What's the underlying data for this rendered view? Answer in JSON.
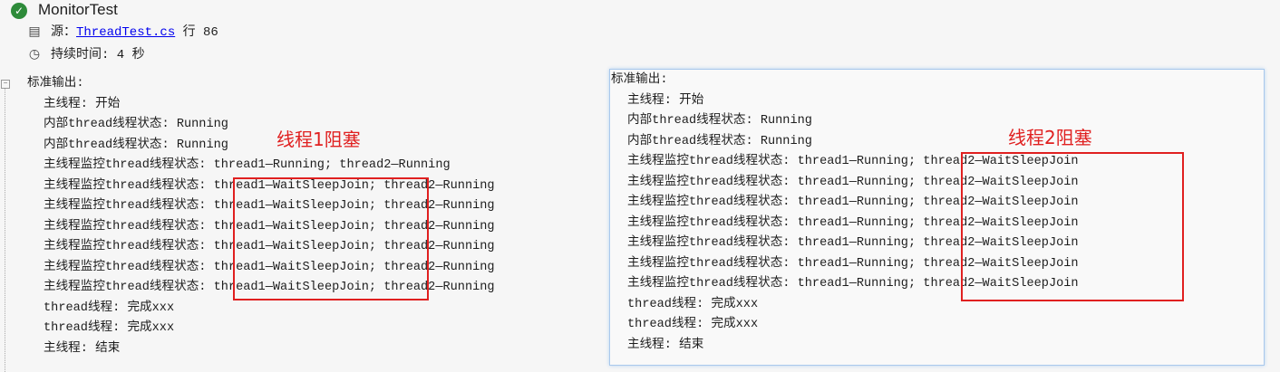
{
  "header": {
    "title": "MonitorTest",
    "source_label": "源：",
    "source_link": "ThreadTest.cs",
    "line_label": "行 86",
    "duration": "持续时间: 4 秒"
  },
  "left": {
    "heading": "标准输出:",
    "lines": [
      "主线程: 开始",
      "内部thread线程状态: Running",
      "内部thread线程状态: Running",
      "主线程监控thread线程状态: thread1—Running; thread2—Running",
      "主线程监控thread线程状态: thread1—WaitSleepJoin; thread2—Running",
      "主线程监控thread线程状态: thread1—WaitSleepJoin; thread2—Running",
      "主线程监控thread线程状态: thread1—WaitSleepJoin; thread2—Running",
      "主线程监控thread线程状态: thread1—WaitSleepJoin; thread2—Running",
      "主线程监控thread线程状态: thread1—WaitSleepJoin; thread2—Running",
      "主线程监控thread线程状态: thread1—WaitSleepJoin; thread2—Running",
      "thread线程: 完成xxx",
      "thread线程: 完成xxx",
      "主线程: 结束"
    ],
    "annotation": "线程1阻塞"
  },
  "right": {
    "heading": "标准输出:",
    "lines": [
      "主线程: 开始",
      "内部thread线程状态: Running",
      "内部thread线程状态: Running",
      "主线程监控thread线程状态: thread1—Running; thread2—WaitSleepJoin",
      "主线程监控thread线程状态: thread1—Running; thread2—WaitSleepJoin",
      "主线程监控thread线程状态: thread1—Running; thread2—WaitSleepJoin",
      "主线程监控thread线程状态: thread1—Running; thread2—WaitSleepJoin",
      "主线程监控thread线程状态: thread1—Running; thread2—WaitSleepJoin",
      "主线程监控thread线程状态: thread1—Running; thread2—WaitSleepJoin",
      "主线程监控thread线程状态: thread1—Running; thread2—WaitSleepJoin",
      "thread线程: 完成xxx",
      "thread线程: 完成xxx",
      "主线程: 结束"
    ],
    "annotation": "线程2阻塞"
  }
}
